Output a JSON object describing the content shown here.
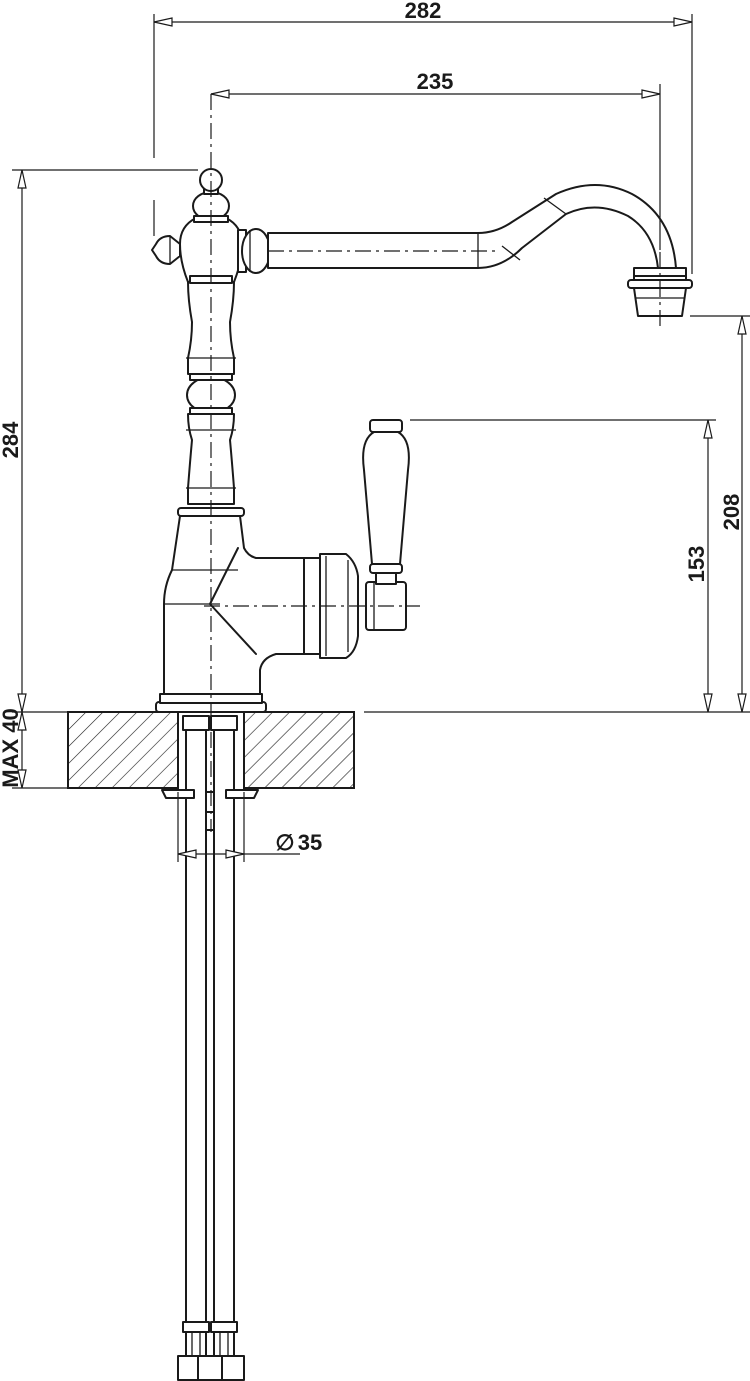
{
  "dimensions": {
    "overall_width": "282",
    "spout_reach": "235",
    "overall_height": "284",
    "spout_height": "208",
    "handle_height": "153",
    "max_deck_thickness": "MAX 40",
    "hole_diameter": "35",
    "diameter_symbol": "∅"
  },
  "colors": {
    "line": "#1a1a1a",
    "background": "#ffffff"
  }
}
